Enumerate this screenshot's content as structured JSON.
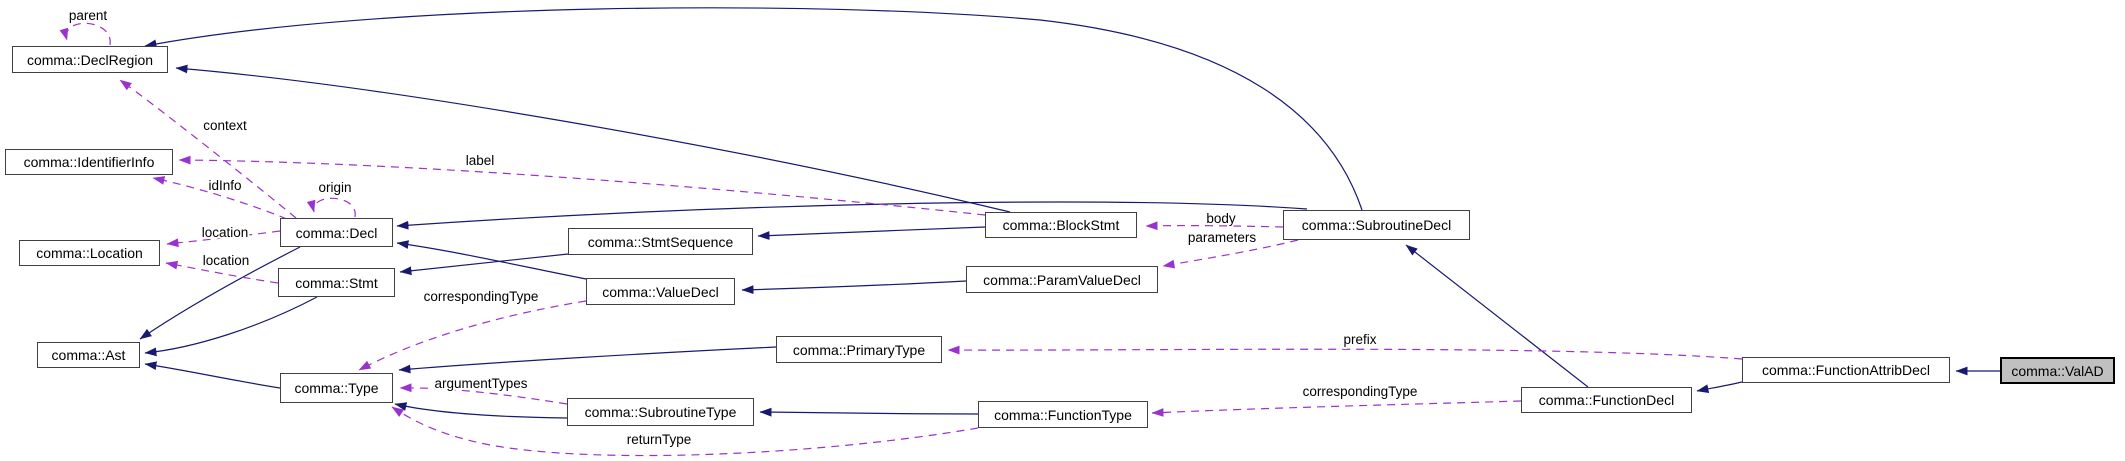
{
  "diagram": {
    "nodes": [
      {
        "id": "declregion",
        "label": "comma::DeclRegion",
        "highlighted": false
      },
      {
        "id": "identifierinfo",
        "label": "comma::IdentifierInfo",
        "highlighted": false
      },
      {
        "id": "location",
        "label": "comma::Location",
        "highlighted": false
      },
      {
        "id": "decl",
        "label": "comma::Decl",
        "highlighted": false
      },
      {
        "id": "stmt",
        "label": "comma::Stmt",
        "highlighted": false
      },
      {
        "id": "ast",
        "label": "comma::Ast",
        "highlighted": false
      },
      {
        "id": "type",
        "label": "comma::Type",
        "highlighted": false
      },
      {
        "id": "stmtsequence",
        "label": "comma::StmtSequence",
        "highlighted": false
      },
      {
        "id": "valuedecl",
        "label": "comma::ValueDecl",
        "highlighted": false
      },
      {
        "id": "subroutinetype",
        "label": "comma::SubroutineType",
        "highlighted": false
      },
      {
        "id": "primarytype",
        "label": "comma::PrimaryType",
        "highlighted": false
      },
      {
        "id": "blockstmt",
        "label": "comma::BlockStmt",
        "highlighted": false
      },
      {
        "id": "paramvaluedecl",
        "label": "comma::ParamValueDecl",
        "highlighted": false
      },
      {
        "id": "functiontype",
        "label": "comma::FunctionType",
        "highlighted": false
      },
      {
        "id": "subroutinedecl",
        "label": "comma::SubroutineDecl",
        "highlighted": false
      },
      {
        "id": "functiondecl",
        "label": "comma::FunctionDecl",
        "highlighted": false
      },
      {
        "id": "functionattribdecl",
        "label": "comma::FunctionAttribDecl",
        "highlighted": false
      },
      {
        "id": "valad",
        "label": "comma::ValAD",
        "highlighted": true
      }
    ],
    "edges": [
      {
        "from": "decl",
        "to": "ast",
        "kind": "inheritance",
        "label": ""
      },
      {
        "from": "stmt",
        "to": "ast",
        "kind": "inheritance",
        "label": ""
      },
      {
        "from": "type",
        "to": "ast",
        "kind": "inheritance",
        "label": ""
      },
      {
        "from": "stmtsequence",
        "to": "stmt",
        "kind": "inheritance",
        "label": ""
      },
      {
        "from": "valuedecl",
        "to": "decl",
        "kind": "inheritance",
        "label": ""
      },
      {
        "from": "subroutinedecl",
        "to": "decl",
        "kind": "inheritance",
        "label": ""
      },
      {
        "from": "blockstmt",
        "to": "stmtsequence",
        "kind": "inheritance",
        "label": ""
      },
      {
        "from": "paramvaluedecl",
        "to": "valuedecl",
        "kind": "inheritance",
        "label": ""
      },
      {
        "from": "blockstmt",
        "to": "declregion",
        "kind": "inheritance",
        "label": ""
      },
      {
        "from": "subroutinedecl",
        "to": "declregion",
        "kind": "inheritance",
        "label": ""
      },
      {
        "from": "primarytype",
        "to": "type",
        "kind": "inheritance",
        "label": ""
      },
      {
        "from": "subroutinetype",
        "to": "type",
        "kind": "inheritance",
        "label": ""
      },
      {
        "from": "functiontype",
        "to": "subroutinetype",
        "kind": "inheritance",
        "label": ""
      },
      {
        "from": "functiondecl",
        "to": "subroutinedecl",
        "kind": "inheritance",
        "label": ""
      },
      {
        "from": "functionattribdecl",
        "to": "functiondecl",
        "kind": "inheritance",
        "label": ""
      },
      {
        "from": "valad",
        "to": "functionattribdecl",
        "kind": "inheritance",
        "label": ""
      },
      {
        "from": "declregion",
        "to": "declregion",
        "kind": "usage",
        "label": "parent"
      },
      {
        "from": "decl",
        "to": "decl",
        "kind": "usage",
        "label": "origin"
      },
      {
        "from": "decl",
        "to": "declregion",
        "kind": "usage",
        "label": "context"
      },
      {
        "from": "decl",
        "to": "identifierinfo",
        "kind": "usage",
        "label": "idInfo"
      },
      {
        "from": "blockstmt",
        "to": "identifierinfo",
        "kind": "usage",
        "label": "label"
      },
      {
        "from": "decl",
        "to": "location",
        "kind": "usage",
        "label": "location"
      },
      {
        "from": "stmt",
        "to": "location",
        "kind": "usage",
        "label": "location"
      },
      {
        "from": "valuedecl",
        "to": "type",
        "kind": "usage",
        "label": "correspondingType"
      },
      {
        "from": "subroutinedecl",
        "to": "blockstmt",
        "kind": "usage",
        "label": "body"
      },
      {
        "from": "subroutinedecl",
        "to": "paramvaluedecl",
        "kind": "usage",
        "label": "parameters"
      },
      {
        "from": "functionattribdecl",
        "to": "primarytype",
        "kind": "usage",
        "label": "prefix"
      },
      {
        "from": "functiondecl",
        "to": "functiontype",
        "kind": "usage",
        "label": "correspondingType"
      },
      {
        "from": "subroutinetype",
        "to": "type",
        "kind": "usage",
        "label": "argumentTypes"
      },
      {
        "from": "functiontype",
        "to": "type",
        "kind": "usage",
        "label": "returnType"
      }
    ]
  },
  "colors": {
    "inheritance": "#191970",
    "usage": "#9a32cd",
    "node_fill": "#ffffff",
    "node_border": "#404040",
    "highlight_fill": "#c0c0c0",
    "background": "#ffffff",
    "text": "#000000"
  }
}
